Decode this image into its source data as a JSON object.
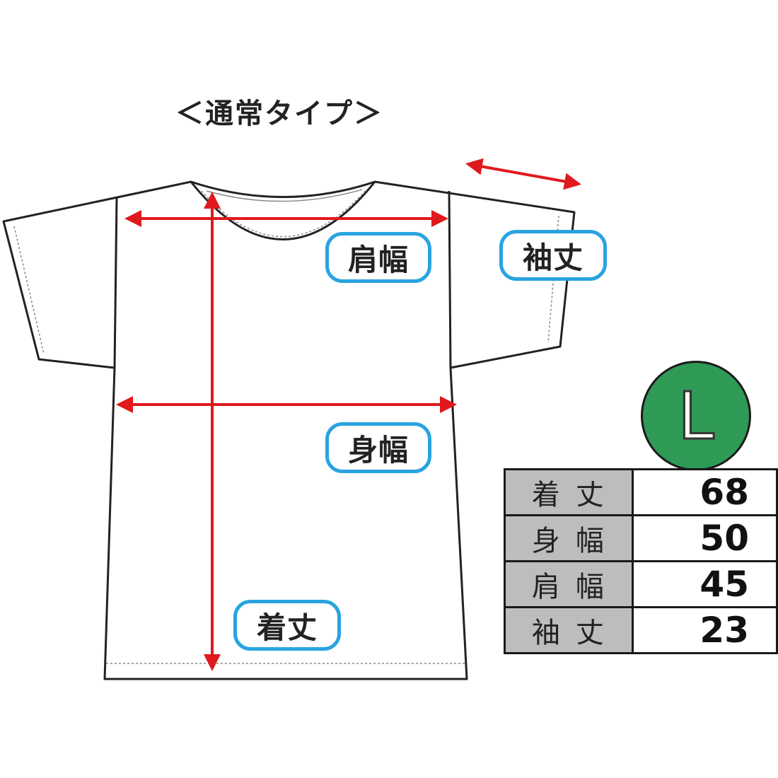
{
  "title": "＜通常タイプ＞",
  "labels": {
    "shoulder_width": "肩幅",
    "sleeve_length": "袖丈",
    "body_width": "身幅",
    "length": "着丈"
  },
  "size": "L",
  "table": [
    {
      "name": "着丈",
      "value": "68"
    },
    {
      "name": "身幅",
      "value": "50"
    },
    {
      "name": "肩幅",
      "value": "45"
    },
    {
      "name": "袖丈",
      "value": "23"
    }
  ],
  "colors": {
    "arrow": "#e0191d",
    "pill_border": "#29a3e0",
    "badge": "#2f9a55",
    "table_label_bg": "#bdbdbd"
  }
}
